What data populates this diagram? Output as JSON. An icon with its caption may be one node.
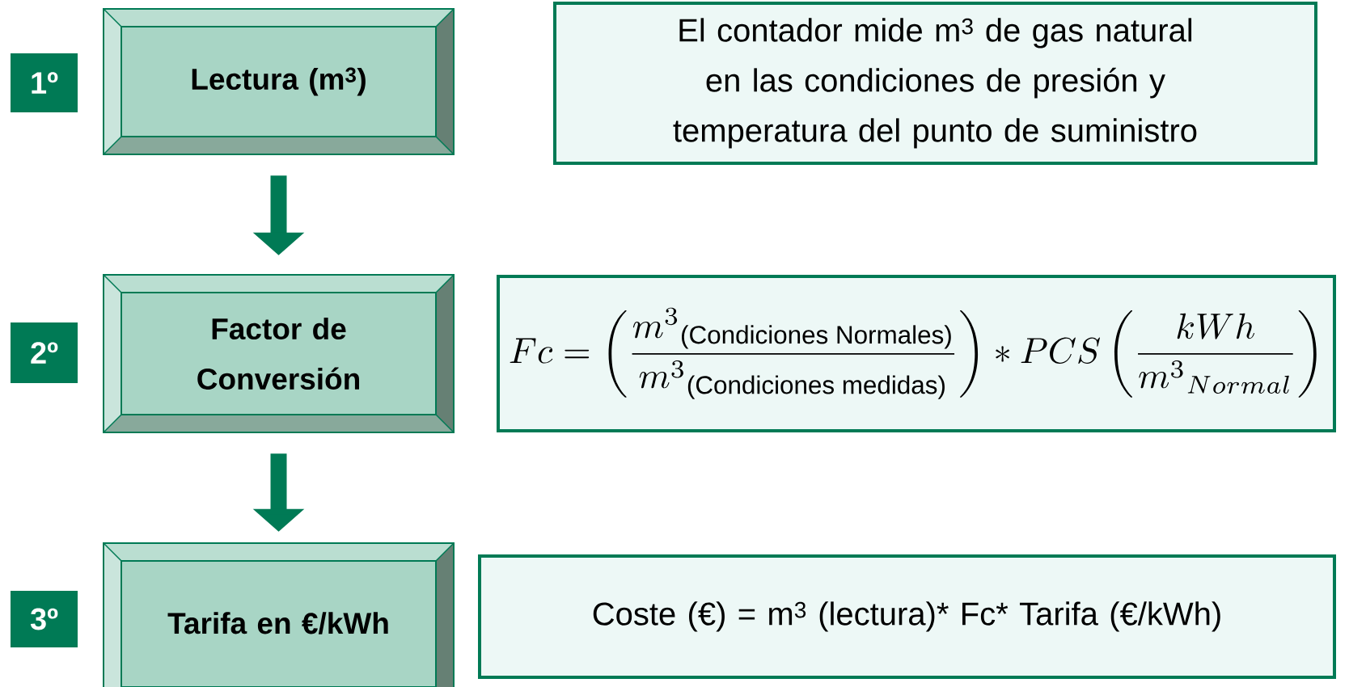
{
  "diagram": {
    "nodes": [
      {
        "text": [
          "1º"
        ]
      },
      {
        "text": [
          "Lectura (m$^{3}$)"
        ]
      },
      {
        "text": [
          "El contador mide m$^{3}$ de gas natural en las condiciones de presión y temperatura del punto de suministro"
        ]
      },
      {
        "text": [
          "2º"
        ]
      },
      {
        "text": [
          "Factor de Conversión"
        ]
      },
      {
        "text": [
          "Fc=\\left(\\frac{m^{3}{}_{\\text{(Condiciones Normales)}}}{m^{3}{}_{\\text{(Condiciones medidas)}}}\\right)*PCS\\left(\\frac{kWh}{m^{3}{}_{Normal}}\\right)"
        ]
      },
      {
        "text": [
          "3º"
        ]
      },
      {
        "text": [
          "Tarifa en €/kWh"
        ]
      },
      {
        "text": [
          "Coste (€) = m$^{3}$ (lectura)* Fc* Tarifa (€/kWh)"
        ]
      }
    ],
    "edges": [
      {
        "from": 1,
        "to": 4,
        "arrow": "to"
      },
      {
        "from": 4,
        "to": 7,
        "arrow": "to"
      }
    ]
  }
}
